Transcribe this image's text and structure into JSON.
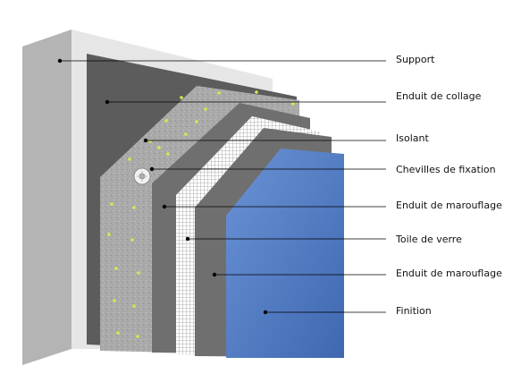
{
  "labels": [
    "Support",
    "Enduit de collage",
    "Isolant",
    "Chevilles de fixation",
    "Enduit de marouflage",
    "Toile de verre",
    "Enduit de marouflage",
    "Finition"
  ],
  "colors": {
    "support_front": "#e6e6e6",
    "support_side": "#b4b4b4",
    "support_top": "#f3f3f3",
    "collage": "#5c5c5c",
    "isolant": "#a9a9a9",
    "isolant_dots": "#d9e84a",
    "marouflage": "#6f6f6f",
    "mesh": "#ffffff",
    "finition": "#4f7bc4",
    "leader": "#000000"
  }
}
